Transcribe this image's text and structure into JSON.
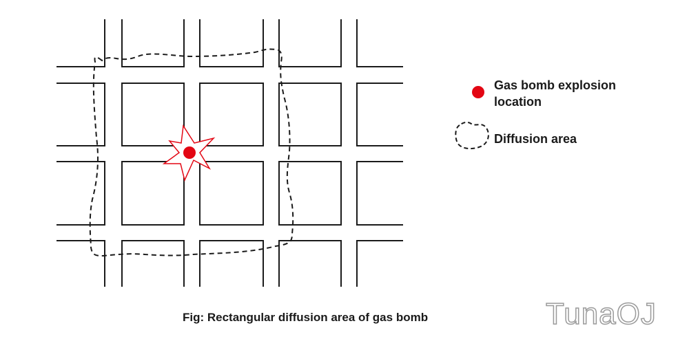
{
  "diagram": {
    "colors": {
      "street_lines": "#1a1a1a",
      "explosion_marker": "#e30613",
      "diffusion_boundary": "#1a1a1a"
    }
  },
  "legend": {
    "explosion": {
      "label_line1": "Gas bomb explosion",
      "label_line2": "location",
      "icon": "red-dot-icon"
    },
    "diffusion": {
      "label": "Diffusion area",
      "icon": "dashed-loop-icon"
    }
  },
  "caption": "Fig: Rectangular diffusion area of gas bomb",
  "watermark": "TunaOJ"
}
